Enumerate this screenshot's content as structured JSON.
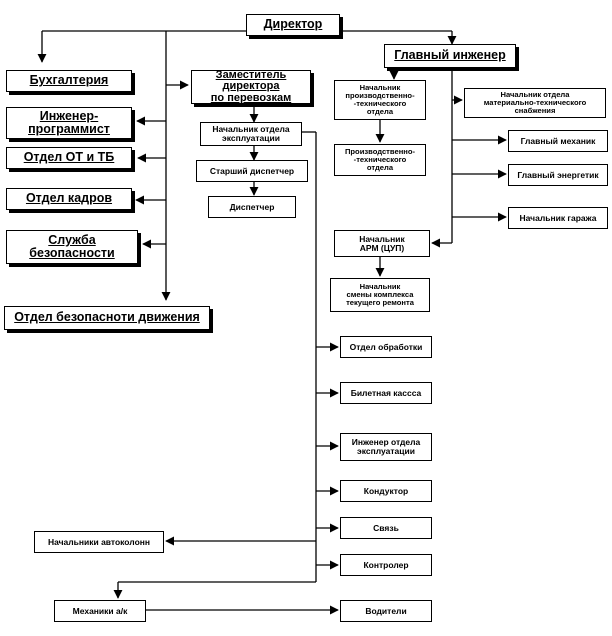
{
  "nodes": {
    "director": "Директор",
    "accounting": "Бухгалтерия",
    "engineer_programmer": "Инженер-\nпрограммист",
    "dept_ot_tb": "Отдел ОТ и ТБ",
    "dept_hr": "Отдел кадров",
    "security_service": "Служба\nбезопасности",
    "traffic_safety_dept": "Отдел безопаснoти движения",
    "deputy_director": "Заместитель\nдиректора\nпо перевозкам",
    "head_operations": "Начальник отдела\nэксплуатации",
    "senior_dispatcher": "Старший диспетчер",
    "dispatcher": "Диспетчер",
    "chief_engineer": "Главный инженер",
    "head_prod_tech": "Начальник\nпроизводственно-\n-технического\nотдела",
    "prod_tech_dept": "Производственно-\n-технического\nотдела",
    "head_material_supply": "Начальник отдела\nматериально-технического\nснабжения",
    "chief_mechanic": "Главный механик",
    "chief_power_engineer": "Главный энергетик",
    "head_garage": "Начальник гаража",
    "head_arm": "Начальник\nАРМ (ЦУП)",
    "head_repair_shift": "Начальник\nсмены комплекса\nтекущего ремонта",
    "processing_dept": "Отдел обработки",
    "ticket_office": "Билетная кассса",
    "operations_engineer": "Инженер отдела\nэксплуатации",
    "conductor": "Кондуктор",
    "communications": "Связь",
    "controller": "Контролер",
    "convoy_heads": "Начальники автоколонн",
    "mechanics": "Механики а/к",
    "drivers": "Водители"
  }
}
